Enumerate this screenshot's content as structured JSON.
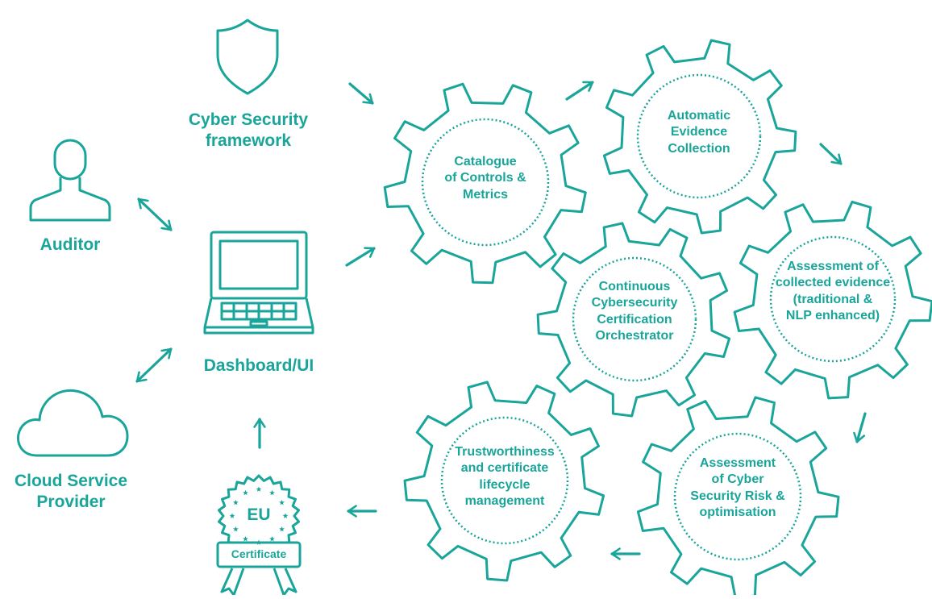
{
  "accent_color": "#1aa59a",
  "actors": {
    "framework": {
      "icon": "shield-icon",
      "label_line1": "Cyber Security",
      "label_line2": "framework"
    },
    "auditor": {
      "icon": "user-icon",
      "label": "Auditor"
    },
    "dashboard": {
      "icon": "laptop-icon",
      "label": "Dashboard/UI"
    },
    "provider": {
      "icon": "cloud-icon",
      "label_line1": "Cloud Service",
      "label_line2": "Provider"
    },
    "certificate": {
      "icon": "certificate-badge-icon",
      "badge_text": "EU",
      "ribbon_text": "Certificate"
    }
  },
  "gears": [
    {
      "id": "catalogue",
      "lines": [
        "Catalogue",
        "of Controls &",
        "Metrics"
      ]
    },
    {
      "id": "evidence-collection",
      "lines": [
        "Automatic",
        "Evidence",
        "Collection"
      ]
    },
    {
      "id": "orchestrator",
      "lines": [
        "Continuous",
        "Cybersecurity",
        "Certification",
        "Orchestrator"
      ]
    },
    {
      "id": "assessment-evidence",
      "lines": [
        "Assessment of",
        "collected evidence",
        "(traditional &",
        "NLP enhanced)"
      ]
    },
    {
      "id": "trustworthiness",
      "lines": [
        "Trustworthiness",
        "and certificate",
        "lifecycle",
        "management"
      ]
    },
    {
      "id": "risk",
      "lines": [
        "Assessment",
        "of Cyber",
        "Security Risk &",
        "optimisation"
      ]
    }
  ]
}
